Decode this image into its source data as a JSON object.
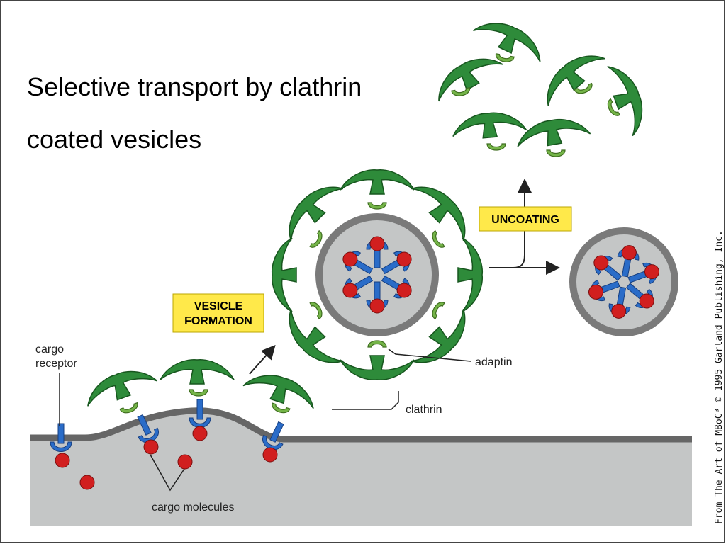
{
  "title": {
    "line1": "Selective transport by clathrin",
    "line2": "coated vesicles"
  },
  "labels": {
    "cargo_receptor_1": "cargo",
    "cargo_receptor_2": "receptor",
    "cargo_molecules": "cargo molecules",
    "clathrin": "clathrin",
    "adaptin": "adaptin",
    "vesicle_formation_1": "VESICLE",
    "vesicle_formation_2": "FORMATION",
    "uncoating": "UNCOATING"
  },
  "credit": "From The Art of MBoC³ © 1995 Garland Publishing, Inc.",
  "colors": {
    "clathrin": "#2e8b3a",
    "adaptin": "#74b448",
    "receptor": "#2a6cc8",
    "cargo": "#d11f1f",
    "membrane": "#666666",
    "cytosol": "#c4c6c6",
    "highlight_box": "#ffe94a"
  }
}
